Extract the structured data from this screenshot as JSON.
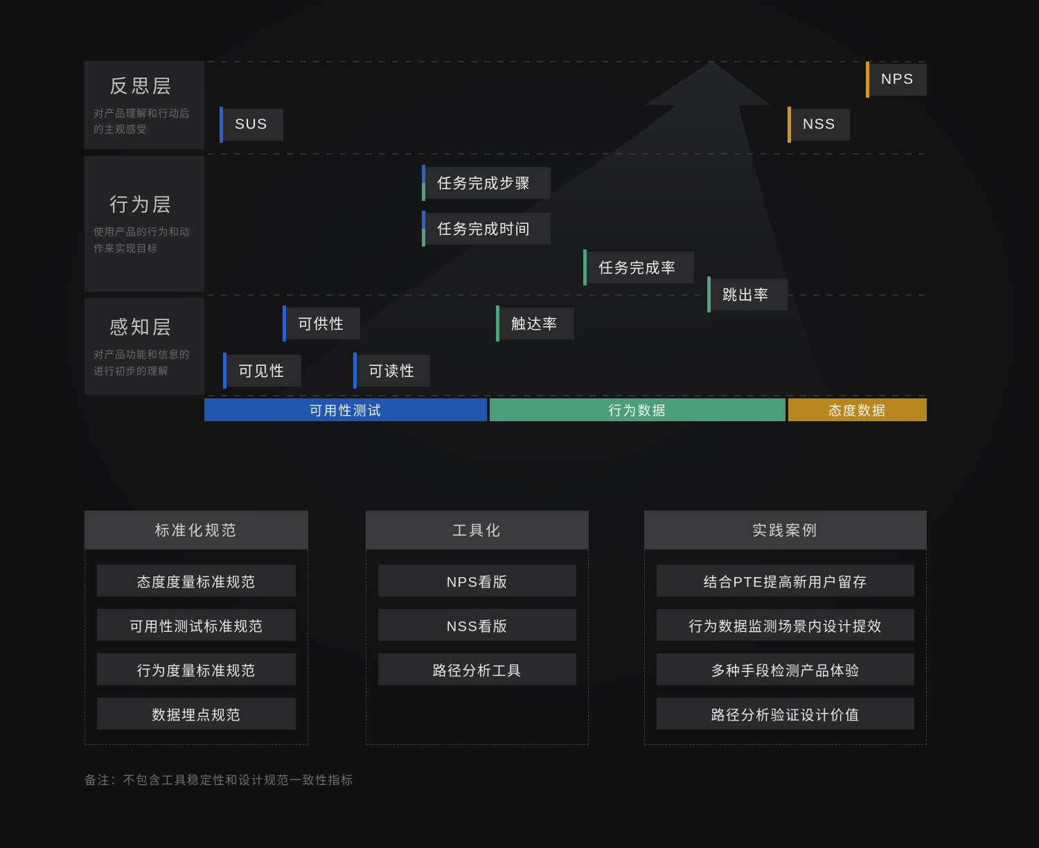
{
  "diagram": {
    "layers": [
      {
        "title": "反思层",
        "desc": "对产品理解和行动后\n的主观感受"
      },
      {
        "title": "行为层",
        "desc": "使用产品的行为和动\n作来实现目标"
      },
      {
        "title": "感知层",
        "desc": "对产品功能和信息的\n进行初步的理解"
      }
    ],
    "tags": [
      {
        "label": "SUS",
        "accent": "blue"
      },
      {
        "label": "NPS",
        "accent": "orange"
      },
      {
        "label": "NSS",
        "accent": "orange"
      },
      {
        "label": "任务完成步骤",
        "accent": "blue-green"
      },
      {
        "label": "任务完成时间",
        "accent": "blue-green"
      },
      {
        "label": "任务完成率",
        "accent": "green"
      },
      {
        "label": "跳出率",
        "accent": "green"
      },
      {
        "label": "可供性",
        "accent": "blue"
      },
      {
        "label": "触达率",
        "accent": "green"
      },
      {
        "label": "可见性",
        "accent": "blue"
      },
      {
        "label": "可读性",
        "accent": "blue"
      }
    ],
    "legend": [
      {
        "label": "可用性测试",
        "color": "#2257b0"
      },
      {
        "label": "行为数据",
        "color": "#4a9e79"
      },
      {
        "label": "态度数据",
        "color": "#b8871f"
      }
    ]
  },
  "columns": [
    {
      "header": "标准化规范",
      "items": [
        "态度度量标准规范",
        "可用性测试标准规范",
        "行为度量标准规范",
        "数据埋点规范"
      ]
    },
    {
      "header": "工具化",
      "items": [
        "NPS看版",
        "NSS看版",
        "路径分析工具"
      ]
    },
    {
      "header": "实践案例",
      "items": [
        "结合PTE提高新用户留存",
        "行为数据监测场景内设计提效",
        "多种手段检测产品体验",
        "路径分析验证设计价值"
      ]
    }
  ],
  "footnote": "备注：不包含工具稳定性和设计规范一致性指标",
  "colors": {
    "background": "#131314",
    "tag_background": "#2b2b2d",
    "accent_blue": "#2a62c8",
    "accent_green": "#4fa27c",
    "accent_orange": "#d2962b",
    "bar_blue": "#2257b0",
    "bar_green": "#4a9e79",
    "bar_orange": "#b8871f"
  }
}
